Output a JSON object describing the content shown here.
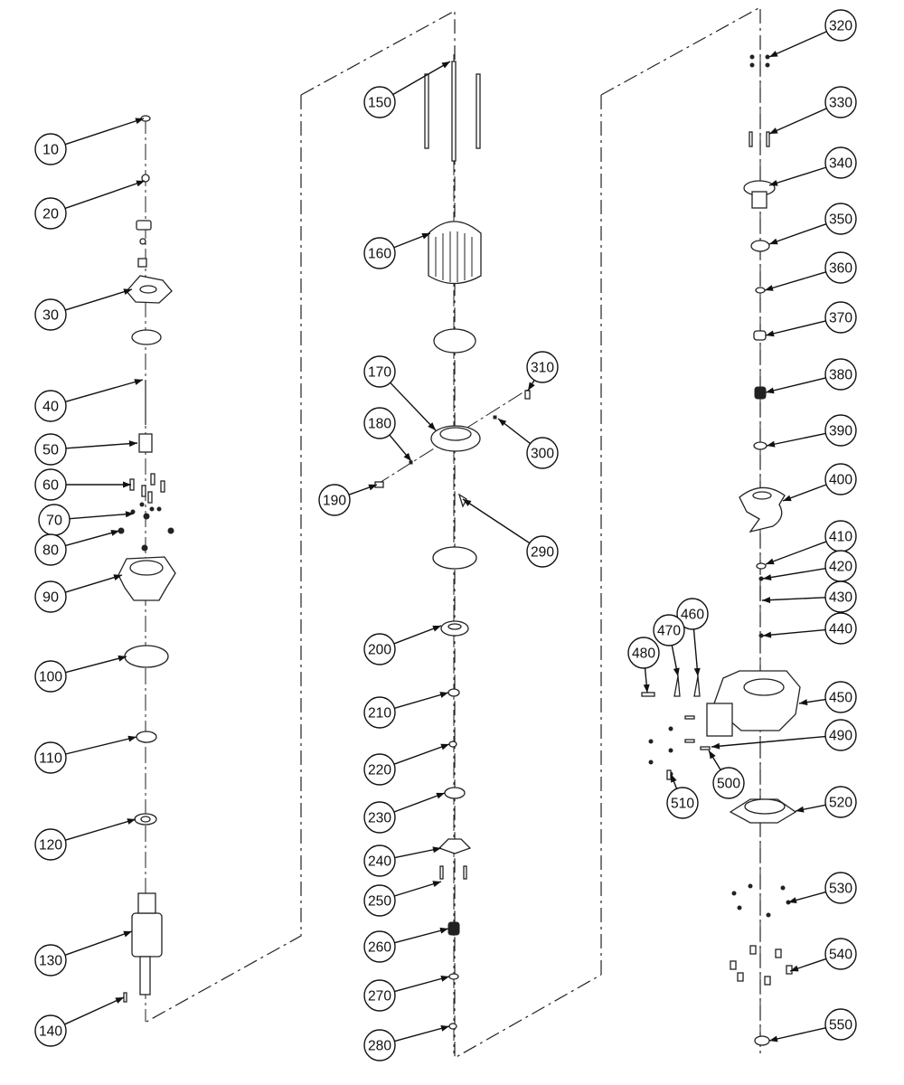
{
  "diagram": {
    "callouts": [
      {
        "id": "c10",
        "label": "10"
      },
      {
        "id": "c20",
        "label": "20"
      },
      {
        "id": "c30",
        "label": "30"
      },
      {
        "id": "c40",
        "label": "40"
      },
      {
        "id": "c50",
        "label": "50"
      },
      {
        "id": "c60",
        "label": "60"
      },
      {
        "id": "c70",
        "label": "70"
      },
      {
        "id": "c80",
        "label": "80"
      },
      {
        "id": "c90",
        "label": "90"
      },
      {
        "id": "c100",
        "label": "100"
      },
      {
        "id": "c110",
        "label": "110"
      },
      {
        "id": "c120",
        "label": "120"
      },
      {
        "id": "c130",
        "label": "130"
      },
      {
        "id": "c140",
        "label": "140"
      },
      {
        "id": "c150",
        "label": "150"
      },
      {
        "id": "c160",
        "label": "160"
      },
      {
        "id": "c170",
        "label": "170"
      },
      {
        "id": "c180",
        "label": "180"
      },
      {
        "id": "c190",
        "label": "190"
      },
      {
        "id": "c200",
        "label": "200"
      },
      {
        "id": "c210",
        "label": "210"
      },
      {
        "id": "c220",
        "label": "220"
      },
      {
        "id": "c230",
        "label": "230"
      },
      {
        "id": "c240",
        "label": "240"
      },
      {
        "id": "c250",
        "label": "250"
      },
      {
        "id": "c260",
        "label": "260"
      },
      {
        "id": "c270",
        "label": "270"
      },
      {
        "id": "c280",
        "label": "280"
      },
      {
        "id": "c290",
        "label": "290"
      },
      {
        "id": "c300",
        "label": "300"
      },
      {
        "id": "c310",
        "label": "310"
      },
      {
        "id": "c320",
        "label": "320"
      },
      {
        "id": "c330",
        "label": "330"
      },
      {
        "id": "c340",
        "label": "340"
      },
      {
        "id": "c350",
        "label": "350"
      },
      {
        "id": "c360",
        "label": "360"
      },
      {
        "id": "c370",
        "label": "370"
      },
      {
        "id": "c380",
        "label": "380"
      },
      {
        "id": "c390",
        "label": "390"
      },
      {
        "id": "c400",
        "label": "400"
      },
      {
        "id": "c410",
        "label": "410"
      },
      {
        "id": "c420",
        "label": "420"
      },
      {
        "id": "c430",
        "label": "430"
      },
      {
        "id": "c440",
        "label": "440"
      },
      {
        "id": "c450",
        "label": "450"
      },
      {
        "id": "c460",
        "label": "460"
      },
      {
        "id": "c470",
        "label": "470"
      },
      {
        "id": "c480",
        "label": "480"
      },
      {
        "id": "c490",
        "label": "490"
      },
      {
        "id": "c500",
        "label": "500"
      },
      {
        "id": "c510",
        "label": "510"
      },
      {
        "id": "c520",
        "label": "520"
      },
      {
        "id": "c530",
        "label": "530"
      },
      {
        "id": "c540",
        "label": "540"
      },
      {
        "id": "c550",
        "label": "550"
      }
    ]
  }
}
